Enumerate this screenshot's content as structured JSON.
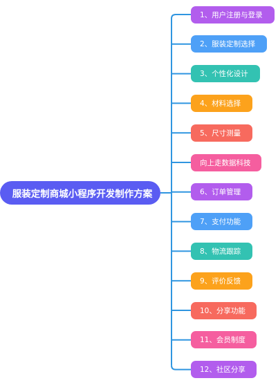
{
  "root": {
    "label": "服装定制商城小程序开发制作方案",
    "color": "#5a5cf2"
  },
  "branches": [
    {
      "label": "1、用户注册与登录",
      "color": "#b25ded"
    },
    {
      "label": "2、服装定制选择",
      "color": "#4ea0f7"
    },
    {
      "label": "3、个性化设计",
      "color": "#33c2b2"
    },
    {
      "label": "4、材料选择",
      "color": "#fca21c"
    },
    {
      "label": "5、尺寸测量",
      "color": "#f76a5e"
    },
    {
      "label": "向上走数据科技",
      "color": "#f55e9f"
    },
    {
      "label": "6、订单管理",
      "color": "#b25ded"
    },
    {
      "label": "7、支付功能",
      "color": "#4ea0f7"
    },
    {
      "label": "8、物流跟踪",
      "color": "#33c2b2"
    },
    {
      "label": "9、评价反馈",
      "color": "#fca21c"
    },
    {
      "label": "10、分享功能",
      "color": "#f76a5e"
    },
    {
      "label": "11、会员制度",
      "color": "#f55e9f"
    },
    {
      "label": "12、社区分享",
      "color": "#b25ded"
    }
  ],
  "connector_color": "#2f95e0"
}
